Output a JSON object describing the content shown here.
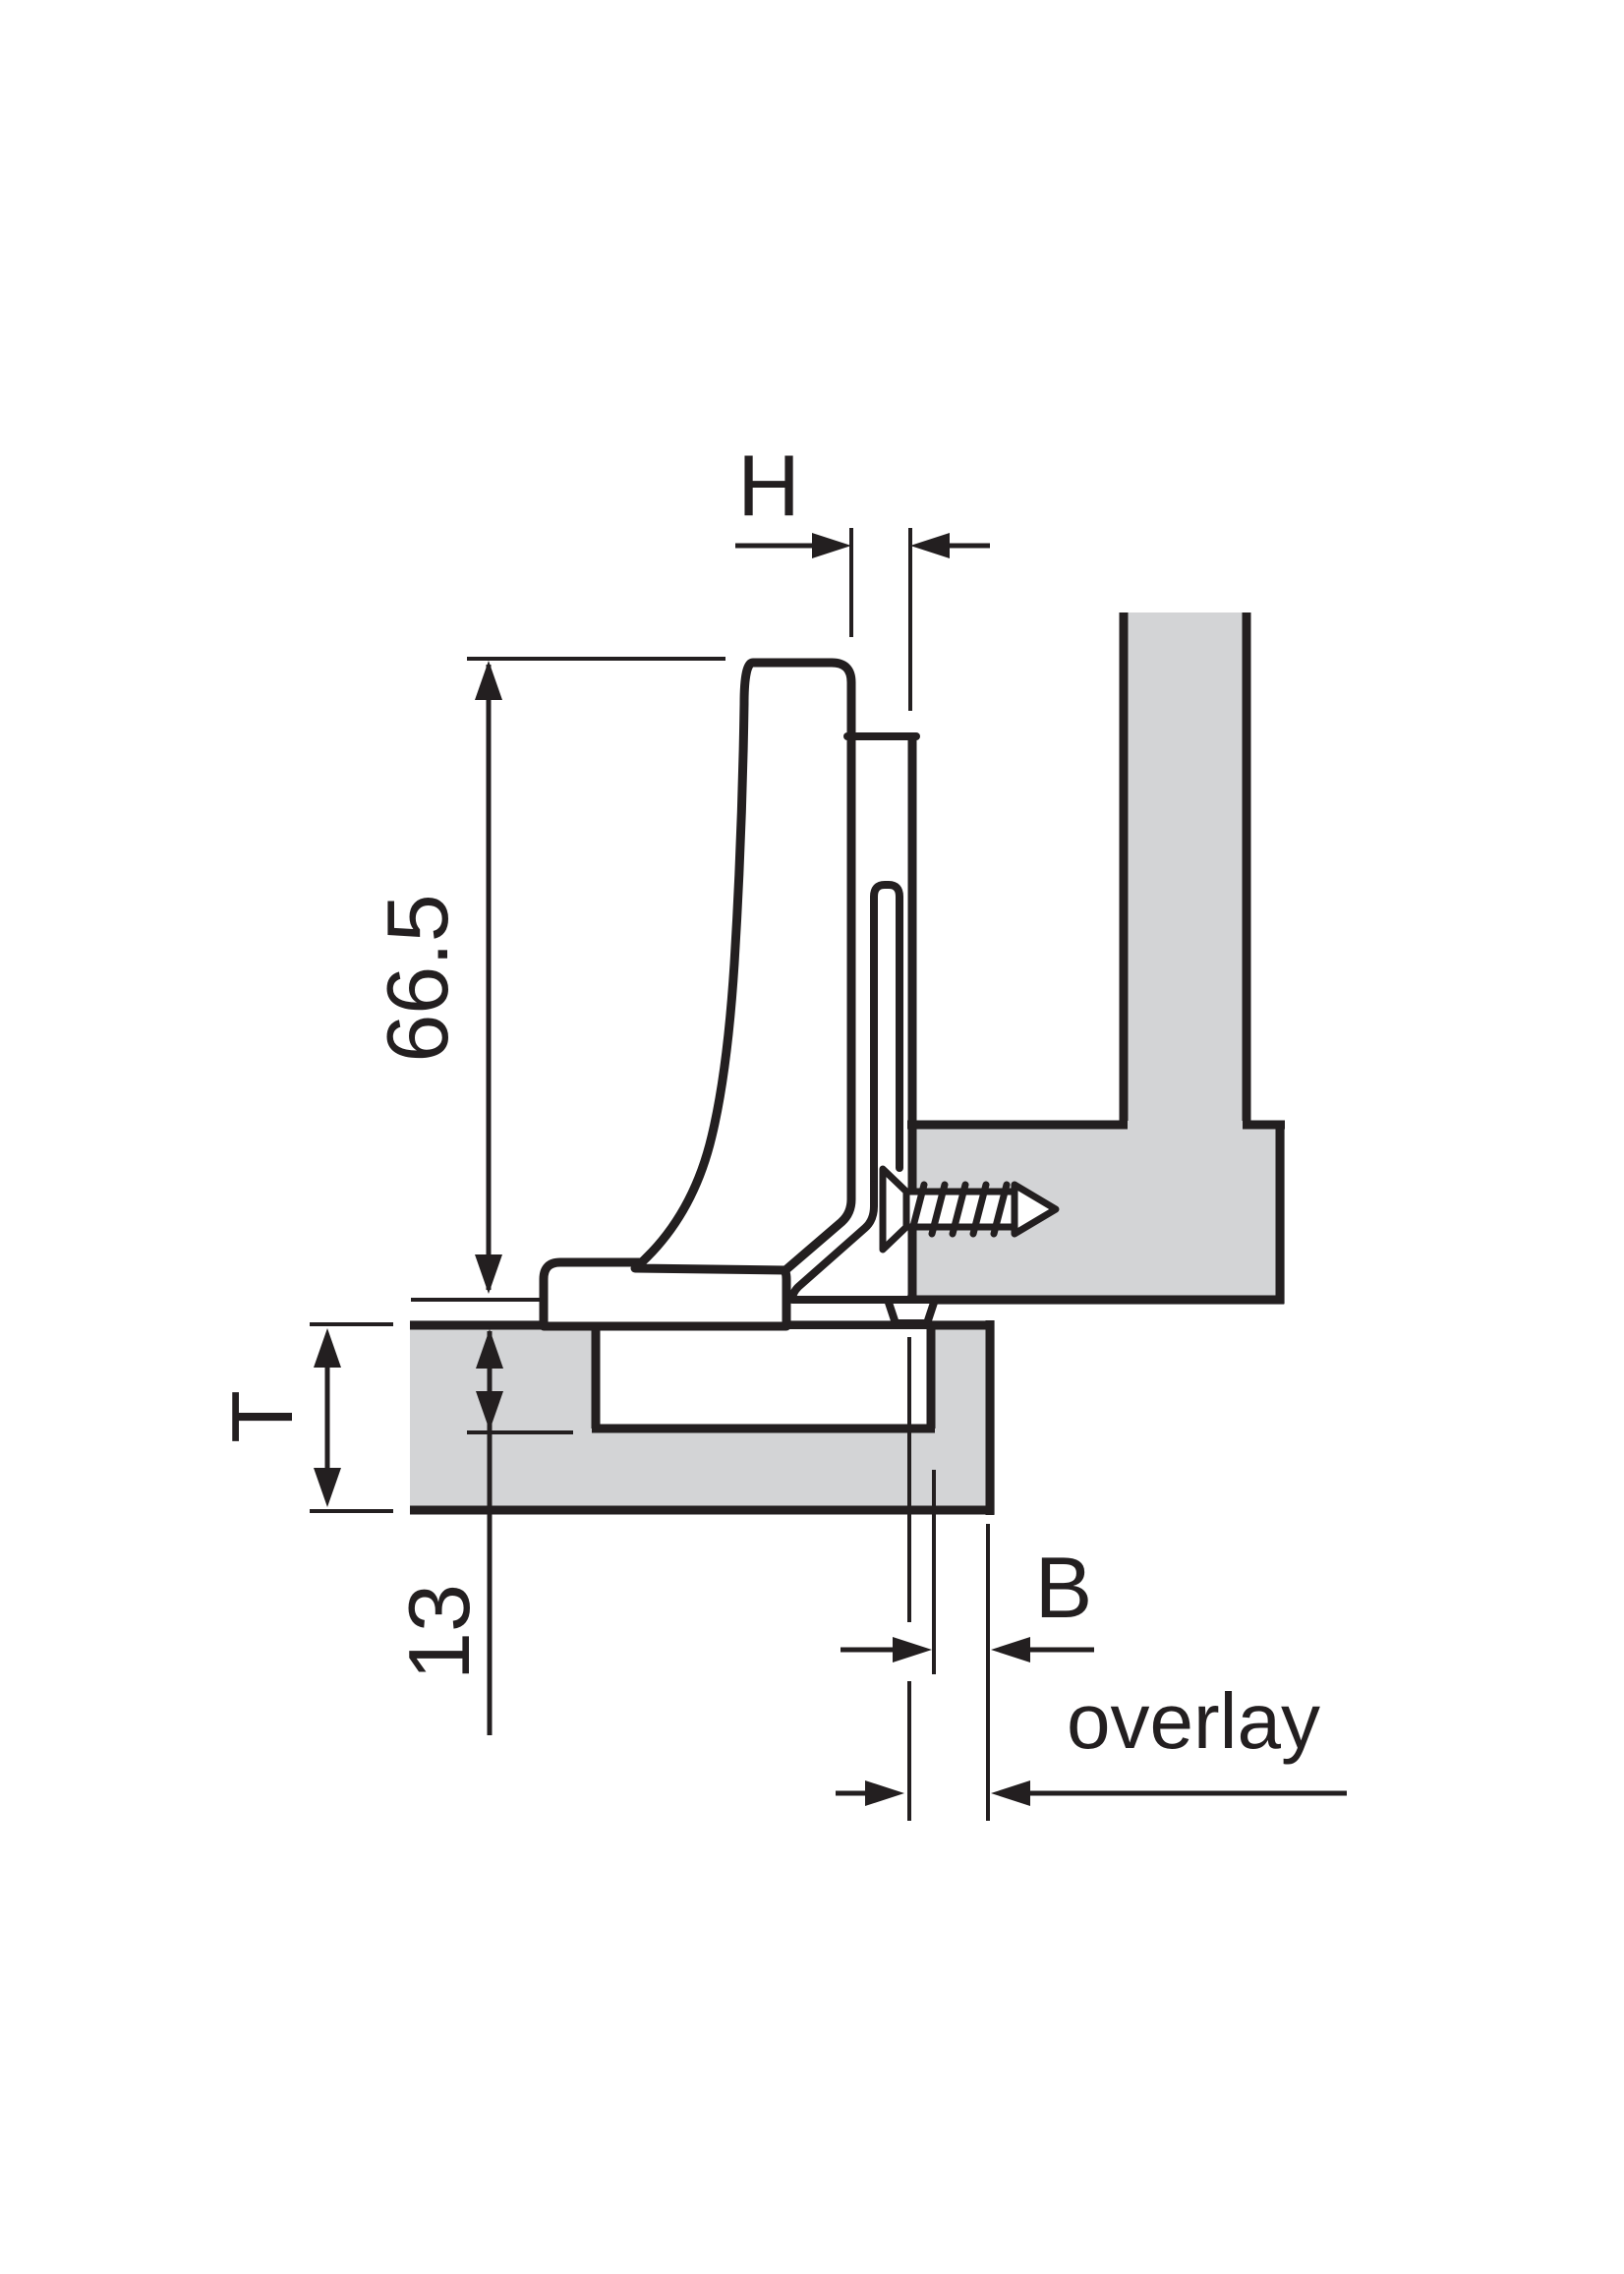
{
  "diagram": {
    "kind": "hinge-application-cross-section",
    "labels": {
      "h": "H",
      "hinge_height": "66.5",
      "door_thickness": "T",
      "drilling_depth": "13",
      "bore_distance": "B",
      "overlay": "overlay"
    },
    "colors": {
      "line": "#231f20",
      "panel_fill": "#d3d4d6",
      "background": "#ffffff"
    }
  }
}
